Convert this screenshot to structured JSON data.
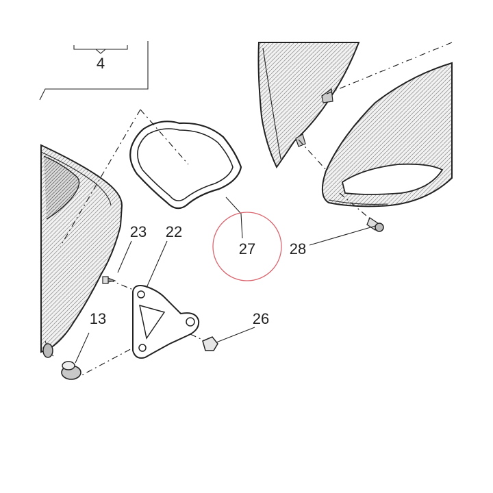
{
  "diagram": {
    "inset_ref_label": "4",
    "callouts": [
      {
        "id": "13",
        "label": "13"
      },
      {
        "id": "22",
        "label": "22"
      },
      {
        "id": "23",
        "label": "23"
      },
      {
        "id": "26",
        "label": "26"
      },
      {
        "id": "27",
        "label": "27"
      },
      {
        "id": "28",
        "label": "28"
      }
    ],
    "highlight_color": "#d9646e",
    "line_color": "#222222"
  }
}
